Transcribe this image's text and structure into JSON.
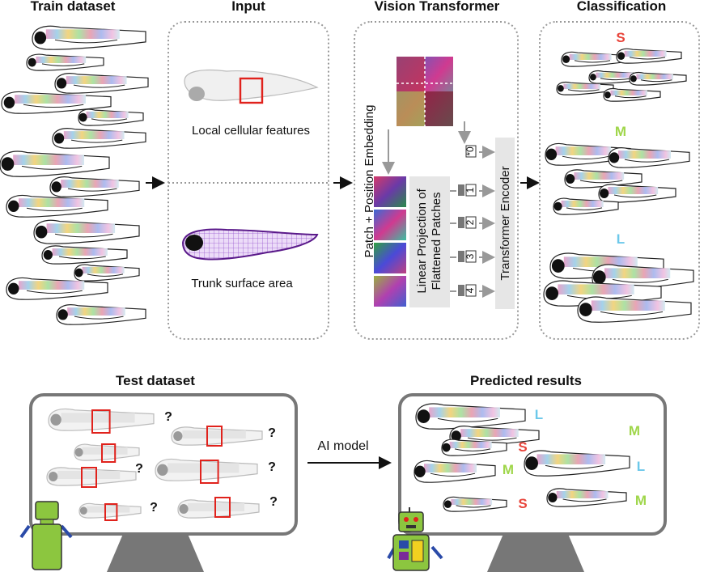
{
  "titles": {
    "train": "Train dataset",
    "input": "Input",
    "vit": "Vision Transformer",
    "classification": "Classification",
    "test": "Test dataset",
    "predicted": "Predicted results"
  },
  "input_panel": {
    "local_label": "Local cellular features",
    "trunk_label": "Trunk surface area"
  },
  "vit_panel": {
    "embedding_label": "Patch + Position Embedding",
    "projection_label_line1": "Linear Projection of",
    "projection_label_line2": "Flattened Patches",
    "encoder_label": "Transformer Encoder",
    "tokens": [
      "*0",
      "1",
      "2",
      "3",
      "4"
    ]
  },
  "classes": {
    "small": "S",
    "medium": "M",
    "large": "L"
  },
  "class_colors": {
    "S": "#e8443a",
    "M": "#9fd64a",
    "L": "#6cc8ea"
  },
  "test_marker": "?",
  "arrow_label": "AI model",
  "predictions": [
    "L",
    "M",
    "S",
    "M",
    "L",
    "S",
    "M"
  ]
}
